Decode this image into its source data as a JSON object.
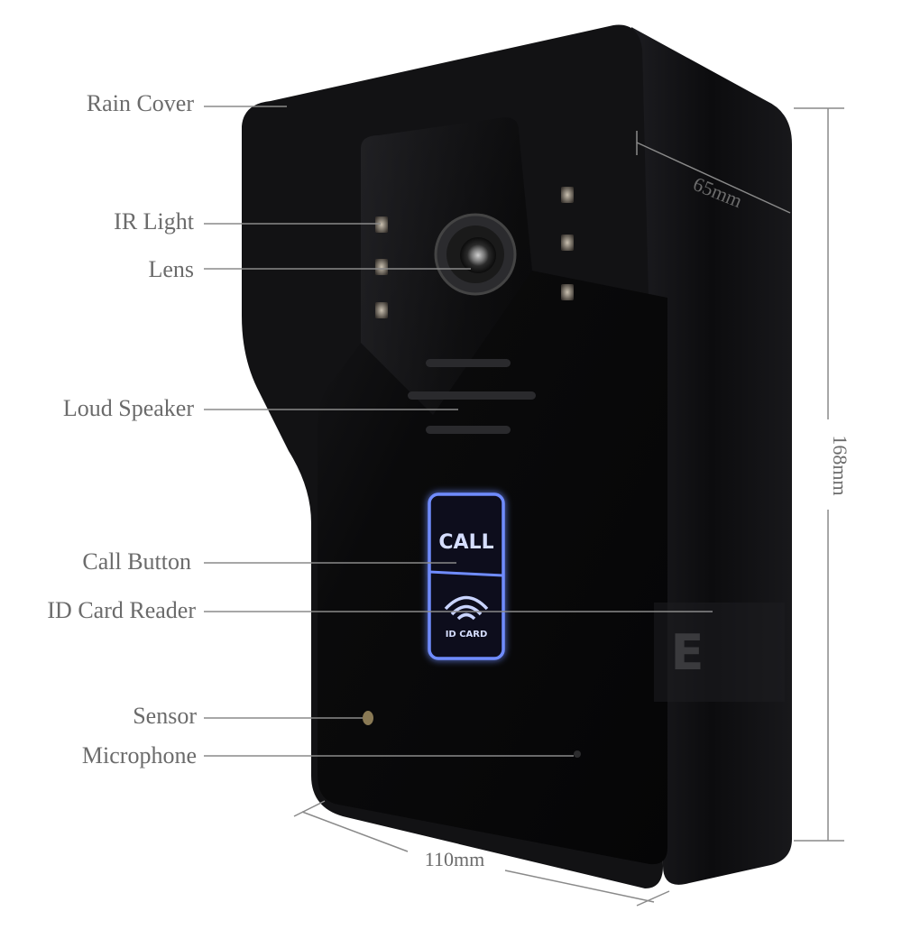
{
  "labels": {
    "rain_cover": "Rain Cover",
    "ir_light": "IR Light",
    "lens": "Lens",
    "loud_speaker": "Loud Speaker",
    "call_button": "Call Button",
    "id_card_reader": "ID Card Reader",
    "sensor": "Sensor",
    "microphone": "Microphone"
  },
  "dimensions": {
    "depth": "65mm",
    "height": "168mm",
    "width": "110mm"
  },
  "panel": {
    "call_text": "CALL",
    "card_text": "ID CARD",
    "watermark": "E"
  },
  "colors": {
    "body": "#0b0b0d",
    "panel_glow": "#3f63ff",
    "leader_line": "#8a8a8a",
    "label_text": "#6b6b6b"
  }
}
